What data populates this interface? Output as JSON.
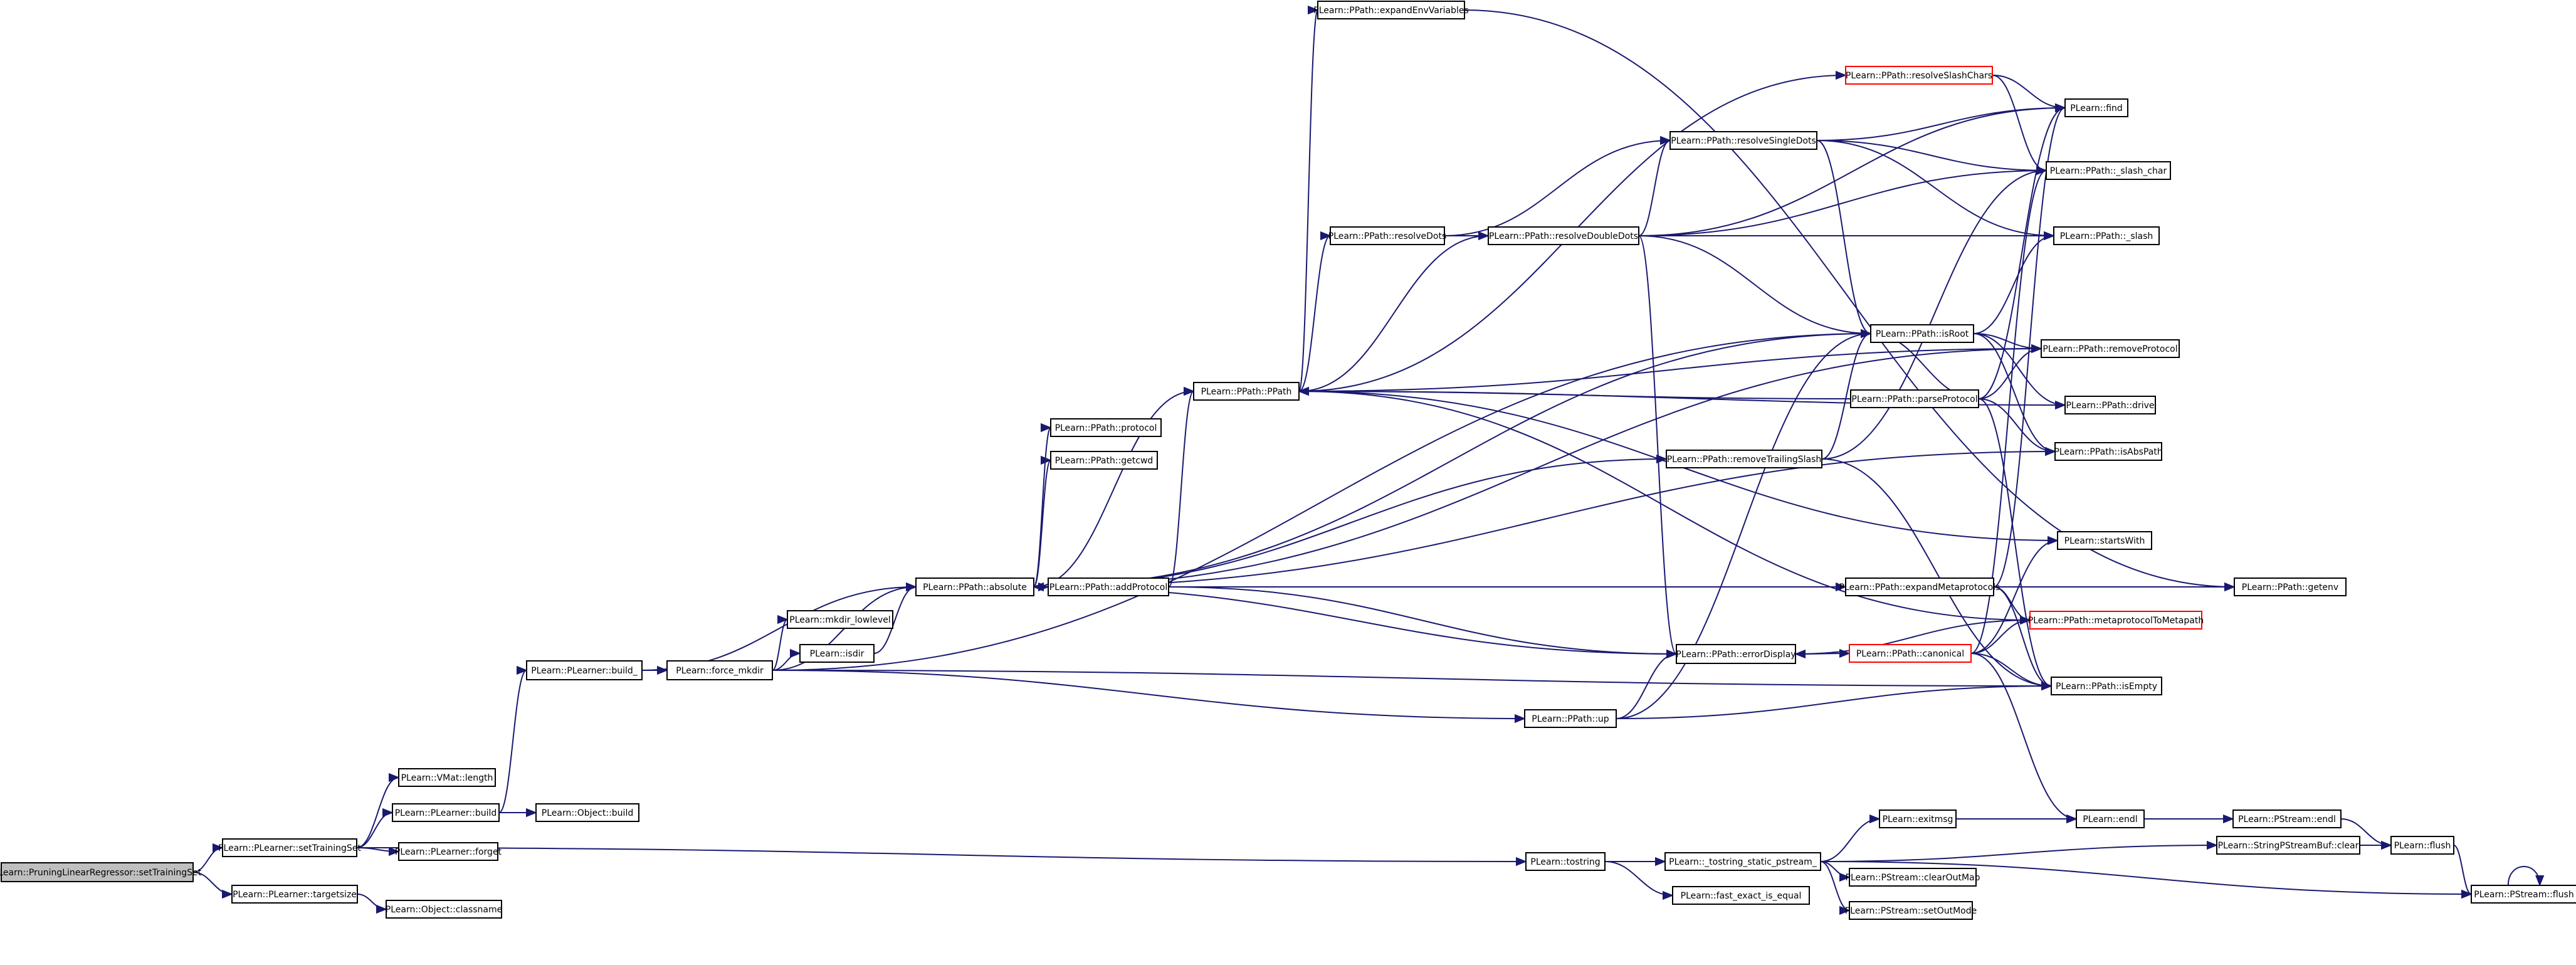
{
  "colors": {
    "edge": "#191970",
    "node_border": "#000000",
    "node_border_truncated": "#ff0000",
    "root_fill": "#bfbfbf"
  },
  "nodes": [
    {
      "id": "n_root",
      "label": "PLearn::PruningLinearRegressor::setTrainingSet",
      "root": true
    },
    {
      "id": "n_setTrainingSet",
      "label": "PLearn::PLearner::setTrainingSet"
    },
    {
      "id": "n_targetsize",
      "label": "PLearn::PLearner::targetsize"
    },
    {
      "id": "n_vmat_length",
      "label": "PLearn::VMat::length"
    },
    {
      "id": "n_build",
      "label": "PLearn::PLearner::build"
    },
    {
      "id": "n_forget",
      "label": "PLearn::PLearner::forget"
    },
    {
      "id": "n_build_",
      "label": "PLearn::PLearner::build_"
    },
    {
      "id": "n_obj_build",
      "label": "PLearn::Object::build"
    },
    {
      "id": "n_obj_classname",
      "label": "PLearn::Object::classname"
    },
    {
      "id": "n_force_mkdir",
      "label": "PLearn::force_mkdir"
    },
    {
      "id": "n_mkdir_lowlevel",
      "label": "PLearn::mkdir_lowlevel"
    },
    {
      "id": "n_isdir",
      "label": "PLearn::isdir"
    },
    {
      "id": "n_absolute",
      "label": "PLearn::PPath::absolute"
    },
    {
      "id": "n_protocol",
      "label": "PLearn::PPath::protocol"
    },
    {
      "id": "n_getcwd",
      "label": "PLearn::PPath::getcwd"
    },
    {
      "id": "n_addProtocol",
      "label": "PLearn::PPath::addProtocol"
    },
    {
      "id": "n_ppath",
      "label": "PLearn::PPath::PPath"
    },
    {
      "id": "n_expandEnv",
      "label": "PLearn::PPath::expandEnvVariables"
    },
    {
      "id": "n_resolveDots",
      "label": "PLearn::PPath::resolveDots"
    },
    {
      "id": "n_resolveDoubleDots",
      "label": "PLearn::PPath::resolveDoubleDots"
    },
    {
      "id": "n_resolveSingleDots",
      "label": "PLearn::PPath::resolveSingleDots"
    },
    {
      "id": "n_resolveSlash",
      "label": "PLearn::PPath::resolveSlashChars",
      "truncated": true
    },
    {
      "id": "n_find",
      "label": "PLearn::find"
    },
    {
      "id": "n_slash_char",
      "label": "PLearn::PPath::_slash_char"
    },
    {
      "id": "n_slash",
      "label": "PLearn::PPath::_slash"
    },
    {
      "id": "n_isRoot",
      "label": "PLearn::PPath::isRoot"
    },
    {
      "id": "n_removeProtocol",
      "label": "PLearn::PPath::removeProtocol"
    },
    {
      "id": "n_parseProtocol",
      "label": "PLearn::PPath::parseProtocol"
    },
    {
      "id": "n_drive",
      "label": "PLearn::PPath::drive"
    },
    {
      "id": "n_isAbsPath",
      "label": "PLearn::PPath::isAbsPath"
    },
    {
      "id": "n_removeTrailing",
      "label": "PLearn::PPath::removeTrailingSlash"
    },
    {
      "id": "n_startsWith",
      "label": "PLearn::startsWith"
    },
    {
      "id": "n_expandMeta",
      "label": "PLearn::PPath::expandMetaprotocols"
    },
    {
      "id": "n_getenv",
      "label": "PLearn::PPath::getenv"
    },
    {
      "id": "n_metaToMetapath",
      "label": "PLearn::PPath::metaprotocolToMetapath",
      "truncated": true
    },
    {
      "id": "n_errorDisplay",
      "label": "PLearn::PPath::errorDisplay"
    },
    {
      "id": "n_canonical",
      "label": "PLearn::PPath::canonical",
      "truncated": true
    },
    {
      "id": "n_isEmpty",
      "label": "PLearn::PPath::isEmpty"
    },
    {
      "id": "n_up",
      "label": "PLearn::PPath::up"
    },
    {
      "id": "n_tostring",
      "label": "PLearn::tostring"
    },
    {
      "id": "n_tostring_static",
      "label": "PLearn::_tostring_static_pstream_"
    },
    {
      "id": "n_fast_exact",
      "label": "PLearn::fast_exact_is_equal"
    },
    {
      "id": "n_exitmsg",
      "label": "PLearn::exitmsg"
    },
    {
      "id": "n_endl",
      "label": "PLearn::endl"
    },
    {
      "id": "n_pstream_endl",
      "label": "PLearn::PStream::endl"
    },
    {
      "id": "n_strbuf_clear",
      "label": "PLearn::StringPStreamBuf::clear"
    },
    {
      "id": "n_flush",
      "label": "PLearn::flush"
    },
    {
      "id": "n_pstream_flush",
      "label": "PLearn::PStream::flush"
    },
    {
      "id": "n_clearOutMap",
      "label": "PLearn::PStream::clearOutMap"
    },
    {
      "id": "n_setOutMode",
      "label": "PLearn::PStream::setOutMode"
    }
  ]
}
